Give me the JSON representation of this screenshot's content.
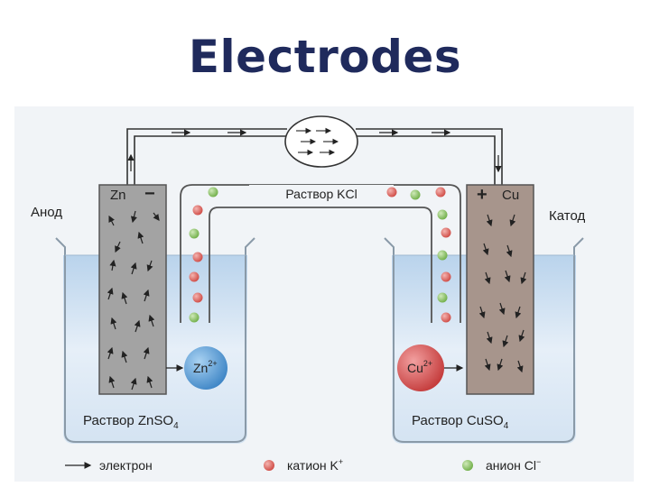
{
  "title": "Electrodes",
  "diagram": {
    "anode_label": "Анод",
    "cathode_label": "Катод",
    "anode_metal": "Zn",
    "anode_sign": "−",
    "cathode_metal": "Cu",
    "cathode_sign": "+",
    "salt_bridge_label": "Раствор KCl",
    "zn_ion": "Zn",
    "zn_ion_charge": "2+",
    "cu_ion": "Cu",
    "cu_ion_charge": "2+",
    "left_solution_prefix": "Раствор ZnSO",
    "left_solution_sub": "4",
    "right_solution_prefix": "Раствор CuSO",
    "right_solution_sub": "4",
    "legend": {
      "electron": "электрон",
      "cation_prefix": "катион K",
      "cation_sup": "+",
      "anion_prefix": "анион Cl",
      "anion_sup": "−"
    },
    "colors": {
      "title": "#1f2a5c",
      "electrode": "#9b9b9b",
      "solution": "#cfe0f0",
      "cation": "#d65a55",
      "anion": "#8ec46a",
      "zn_ion": "#5fa3d8",
      "cu_ion": "#d24d4d"
    }
  }
}
